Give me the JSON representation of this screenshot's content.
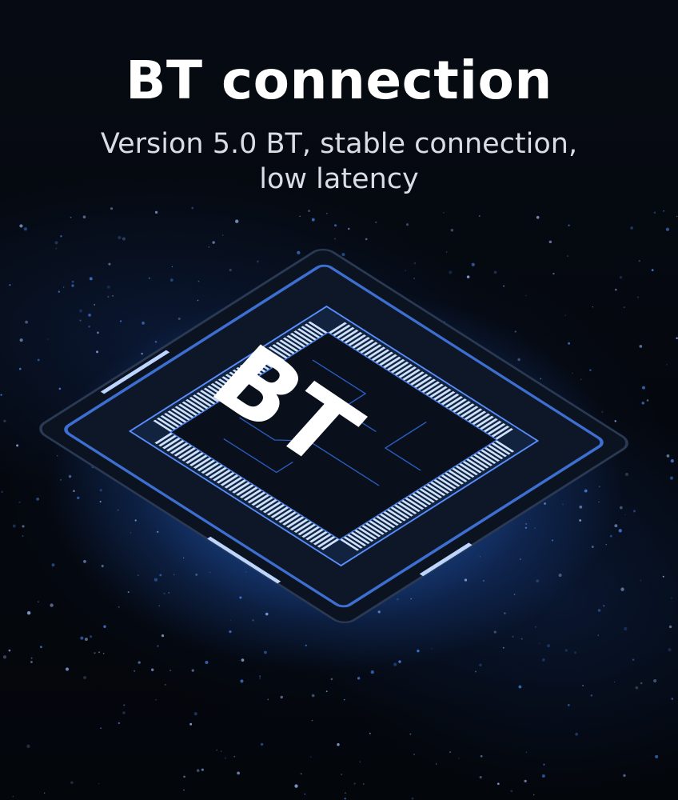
{
  "title": "BT connection",
  "subtitle_line1": "Version 5.0 BT, stable connection,",
  "subtitle_line2": "low latency",
  "chip_label": "BT",
  "colors": {
    "glow": "#2f7bff",
    "pins": "#cfe3ff",
    "background": "#04070d"
  }
}
